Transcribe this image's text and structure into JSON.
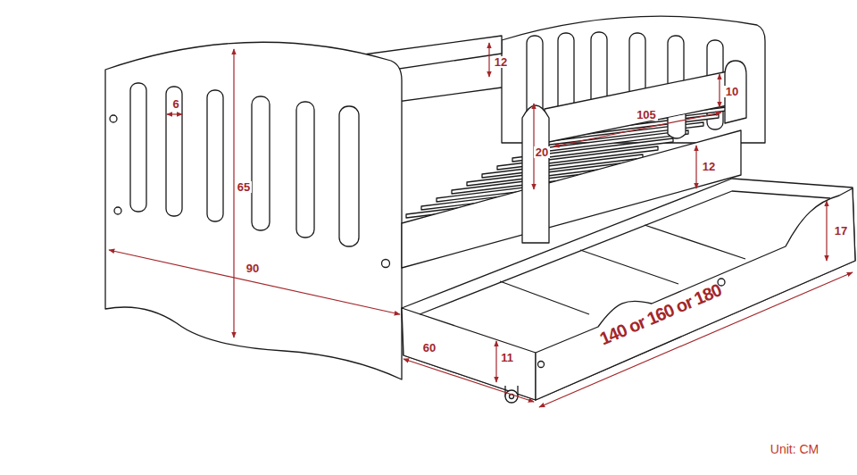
{
  "diagram": {
    "labels": [
      "12",
      "10",
      "105",
      "20",
      "12",
      "6",
      "65",
      "90",
      "17",
      "60",
      "11",
      "140 or 160 or 180",
      "Unit: CM"
    ]
  }
}
